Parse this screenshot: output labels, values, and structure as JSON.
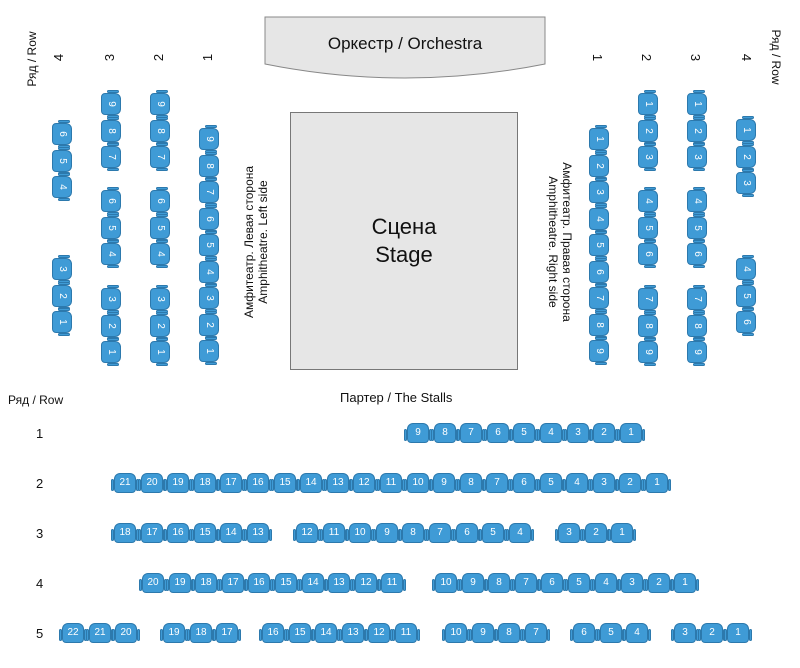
{
  "orchestra": {
    "label": "Оркестр / Orchestra"
  },
  "stage": {
    "line1": "Сцена",
    "line2": "Stage"
  },
  "stalls": {
    "title": "Партер / The Stalls",
    "row_header": "Ряд / Row"
  },
  "amphitheatre": {
    "left_label_1": "Амфитеатр. Левая сторона",
    "left_label_2": "Amphitheatre. Left side",
    "right_label_1": "Амфитеатр. Правая сторона",
    "right_label_2": "Amphitheatre. Right side",
    "row_header_left": "Ряд / Row",
    "row_header_right": "Ряд / Row",
    "left_rows": [
      "4",
      "3",
      "2",
      "1"
    ],
    "right_rows": [
      "1",
      "2",
      "3",
      "4"
    ]
  },
  "rows": [
    {
      "label": "1",
      "blocks": [
        [
          "9",
          "8",
          "7",
          "6",
          "5",
          "4",
          "3",
          "2",
          "1"
        ]
      ]
    },
    {
      "label": "2",
      "blocks": [
        [
          "21",
          "20",
          "19",
          "18",
          "17",
          "16",
          "15",
          "14",
          "13",
          "12",
          "11",
          "10",
          "9",
          "8",
          "7",
          "6",
          "5",
          "4",
          "3",
          "2",
          "1"
        ]
      ]
    },
    {
      "label": "3",
      "blocks": [
        [
          "18",
          "17",
          "16",
          "15",
          "14",
          "13"
        ],
        [
          "12",
          "11",
          "10",
          "9",
          "8",
          "7",
          "6",
          "5",
          "4"
        ],
        [
          "3",
          "2",
          "1"
        ]
      ]
    },
    {
      "label": "4",
      "blocks": [
        [
          "20",
          "19",
          "18",
          "17",
          "16",
          "15",
          "14",
          "13",
          "12",
          "11"
        ],
        [
          "10",
          "9",
          "8",
          "7",
          "6",
          "5",
          "4",
          "3",
          "2",
          "1"
        ]
      ]
    },
    {
      "label": "5",
      "blocks": [
        [
          "22",
          "21",
          "20"
        ],
        [
          "19",
          "18",
          "17"
        ],
        [
          "16",
          "15",
          "14",
          "13",
          "12",
          "11"
        ],
        [
          "10",
          "9",
          "8",
          "7"
        ],
        [
          "6",
          "5",
          "4"
        ],
        [
          "3",
          "2",
          "1"
        ]
      ]
    }
  ],
  "left_columns": [
    {
      "row": "4",
      "groups": [
        [
          "6",
          "5",
          "4"
        ],
        [
          "3",
          "2",
          "1"
        ]
      ]
    },
    {
      "row": "3",
      "groups": [
        [
          "9",
          "8",
          "7"
        ],
        [
          "6",
          "5",
          "4"
        ],
        [
          "3",
          "2",
          "1"
        ]
      ]
    },
    {
      "row": "2",
      "groups": [
        [
          "9",
          "8",
          "7"
        ],
        [
          "6",
          "5",
          "4"
        ],
        [
          "3",
          "2",
          "1"
        ]
      ]
    },
    {
      "row": "1",
      "groups": [
        [
          "9",
          "8",
          "7",
          "6",
          "5",
          "4",
          "3",
          "2",
          "1"
        ]
      ]
    }
  ],
  "right_columns": [
    {
      "row": "1",
      "groups": [
        [
          "1",
          "2",
          "3",
          "4",
          "5",
          "6",
          "7",
          "8",
          "9"
        ]
      ]
    },
    {
      "row": "2",
      "groups": [
        [
          "1",
          "2",
          "3"
        ],
        [
          "4",
          "5",
          "6"
        ],
        [
          "7",
          "8",
          "9"
        ]
      ]
    },
    {
      "row": "3",
      "groups": [
        [
          "1",
          "2",
          "3"
        ],
        [
          "4",
          "5",
          "6"
        ],
        [
          "7",
          "8",
          "9"
        ]
      ]
    },
    {
      "row": "4",
      "groups": [
        [
          "1",
          "2",
          "3"
        ],
        [
          "4",
          "5",
          "6"
        ]
      ]
    }
  ],
  "colors": {
    "seat": "#3f9bd6",
    "seat_border": "#2c79ad",
    "stage": "#e6e6e6"
  }
}
